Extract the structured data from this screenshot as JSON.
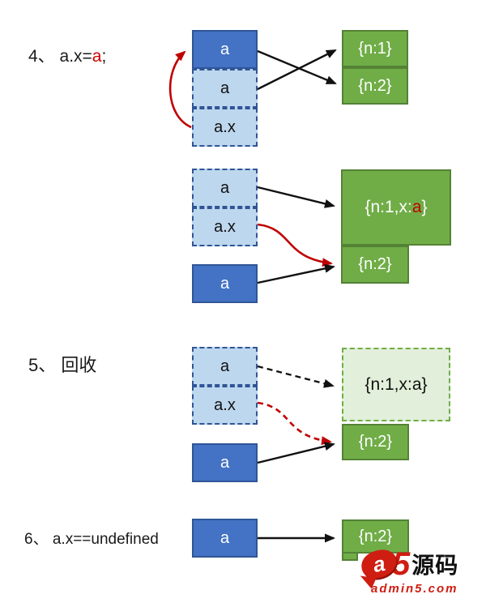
{
  "colors": {
    "frame_blue": "#4472c4",
    "frame_blue_border": "#2f5597",
    "var_light_blue": "#bdd7ee",
    "heap_green": "#70ad47",
    "heap_green_border": "#548235",
    "heap_dead_green": "#e2efda",
    "arrow_red": "#c00000",
    "arrow_black": "#111111"
  },
  "step4": {
    "label_prefix": "4、 a.x=",
    "label_red": "a",
    "label_suffix": ";",
    "frame_a": "a",
    "var_a": "a",
    "var_ax": "a.x",
    "obj1": "{n:1}",
    "obj2": "{n:2}"
  },
  "step4b": {
    "var_a": "a",
    "var_ax": "a.x",
    "frame_a": "a",
    "obj1_prefix": "{n:1,x:",
    "obj1_red": "a",
    "obj1_suffix": "}",
    "obj2": "{n:2}"
  },
  "step5": {
    "label": "5、 回收",
    "var_a": "a",
    "var_ax": "a.x",
    "frame_a": "a",
    "obj1": "{n:1,x:a}",
    "obj2": "{n:2}"
  },
  "step6": {
    "label": "6、 a.x==undefined",
    "frame_a": "a",
    "obj2": "{n:2}"
  },
  "watermark": {
    "logo_a": "a",
    "logo_5": "5",
    "logo_name": "源码",
    "domain": "admin5.com"
  }
}
